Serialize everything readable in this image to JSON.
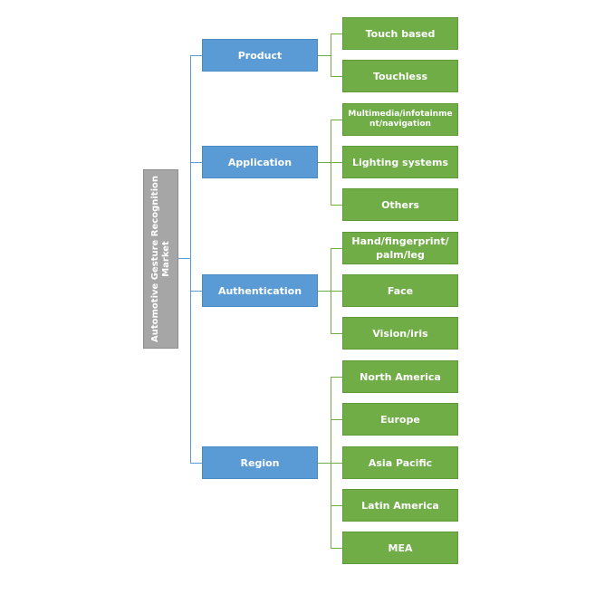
{
  "root": {
    "label": "Automotive Gesture Recognition Market"
  },
  "categories": [
    {
      "label": "Product",
      "children": [
        "Touch based",
        "Touchless"
      ]
    },
    {
      "label": "Application",
      "children": [
        "Multimedia/infotainment/navigation",
        "Lighting systems",
        "Others"
      ]
    },
    {
      "label": "Authentication",
      "children": [
        "Hand/fingerprint/ palm/leg",
        "Face",
        "Vision/iris"
      ]
    },
    {
      "label": "Region",
      "children": [
        "North America",
        "Europe",
        "Asia Pacific",
        "Latin America",
        "MEA"
      ]
    }
  ],
  "colors": {
    "root": "#a6a6a6",
    "category": "#5b9bd5",
    "leaf": "#70ad47",
    "connector_root": "#5b9bd5",
    "connector_leaf": "#70ad47"
  }
}
